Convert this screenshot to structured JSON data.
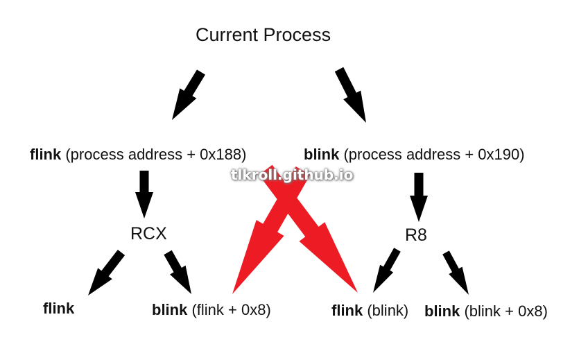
{
  "title": "Current Process",
  "level1": {
    "left": {
      "field": "flink",
      "detail": "(process address + 0x188)"
    },
    "right": {
      "field": "blink",
      "detail": "(process address + 0x190)"
    }
  },
  "registers": {
    "left": "RCX",
    "right": "R8"
  },
  "leaves": [
    {
      "field": "flink",
      "detail": ""
    },
    {
      "field": "blink",
      "detail": "(flink + 0x8)"
    },
    {
      "field": "flink",
      "detail": "(blink)"
    },
    {
      "field": "blink",
      "detail": "(blink + 0x8)"
    }
  ],
  "watermark": "tlkroll.github.io",
  "colors": {
    "arrow": "#000000",
    "swap_arrow": "#ed1c24",
    "text": "#111111"
  },
  "edges": [
    {
      "from": "Current Process",
      "to": "flink (process address + 0x188)",
      "color": "black"
    },
    {
      "from": "Current Process",
      "to": "blink (process address + 0x190)",
      "color": "black"
    },
    {
      "from": "flink (process address + 0x188)",
      "to": "RCX",
      "color": "black"
    },
    {
      "from": "blink (process address + 0x190)",
      "to": "R8",
      "color": "black"
    },
    {
      "from": "RCX",
      "to": "flink",
      "color": "black"
    },
    {
      "from": "RCX",
      "to": "blink (flink + 0x8)",
      "color": "black"
    },
    {
      "from": "R8",
      "to": "flink (blink)",
      "color": "black"
    },
    {
      "from": "R8",
      "to": "blink (blink + 0x8)",
      "color": "black"
    },
    {
      "from": "blink (process address + 0x190)",
      "to": "blink (flink + 0x8)",
      "color": "red"
    },
    {
      "from": "flink (process address + 0x188)",
      "to": "flink (blink)",
      "color": "red"
    }
  ]
}
